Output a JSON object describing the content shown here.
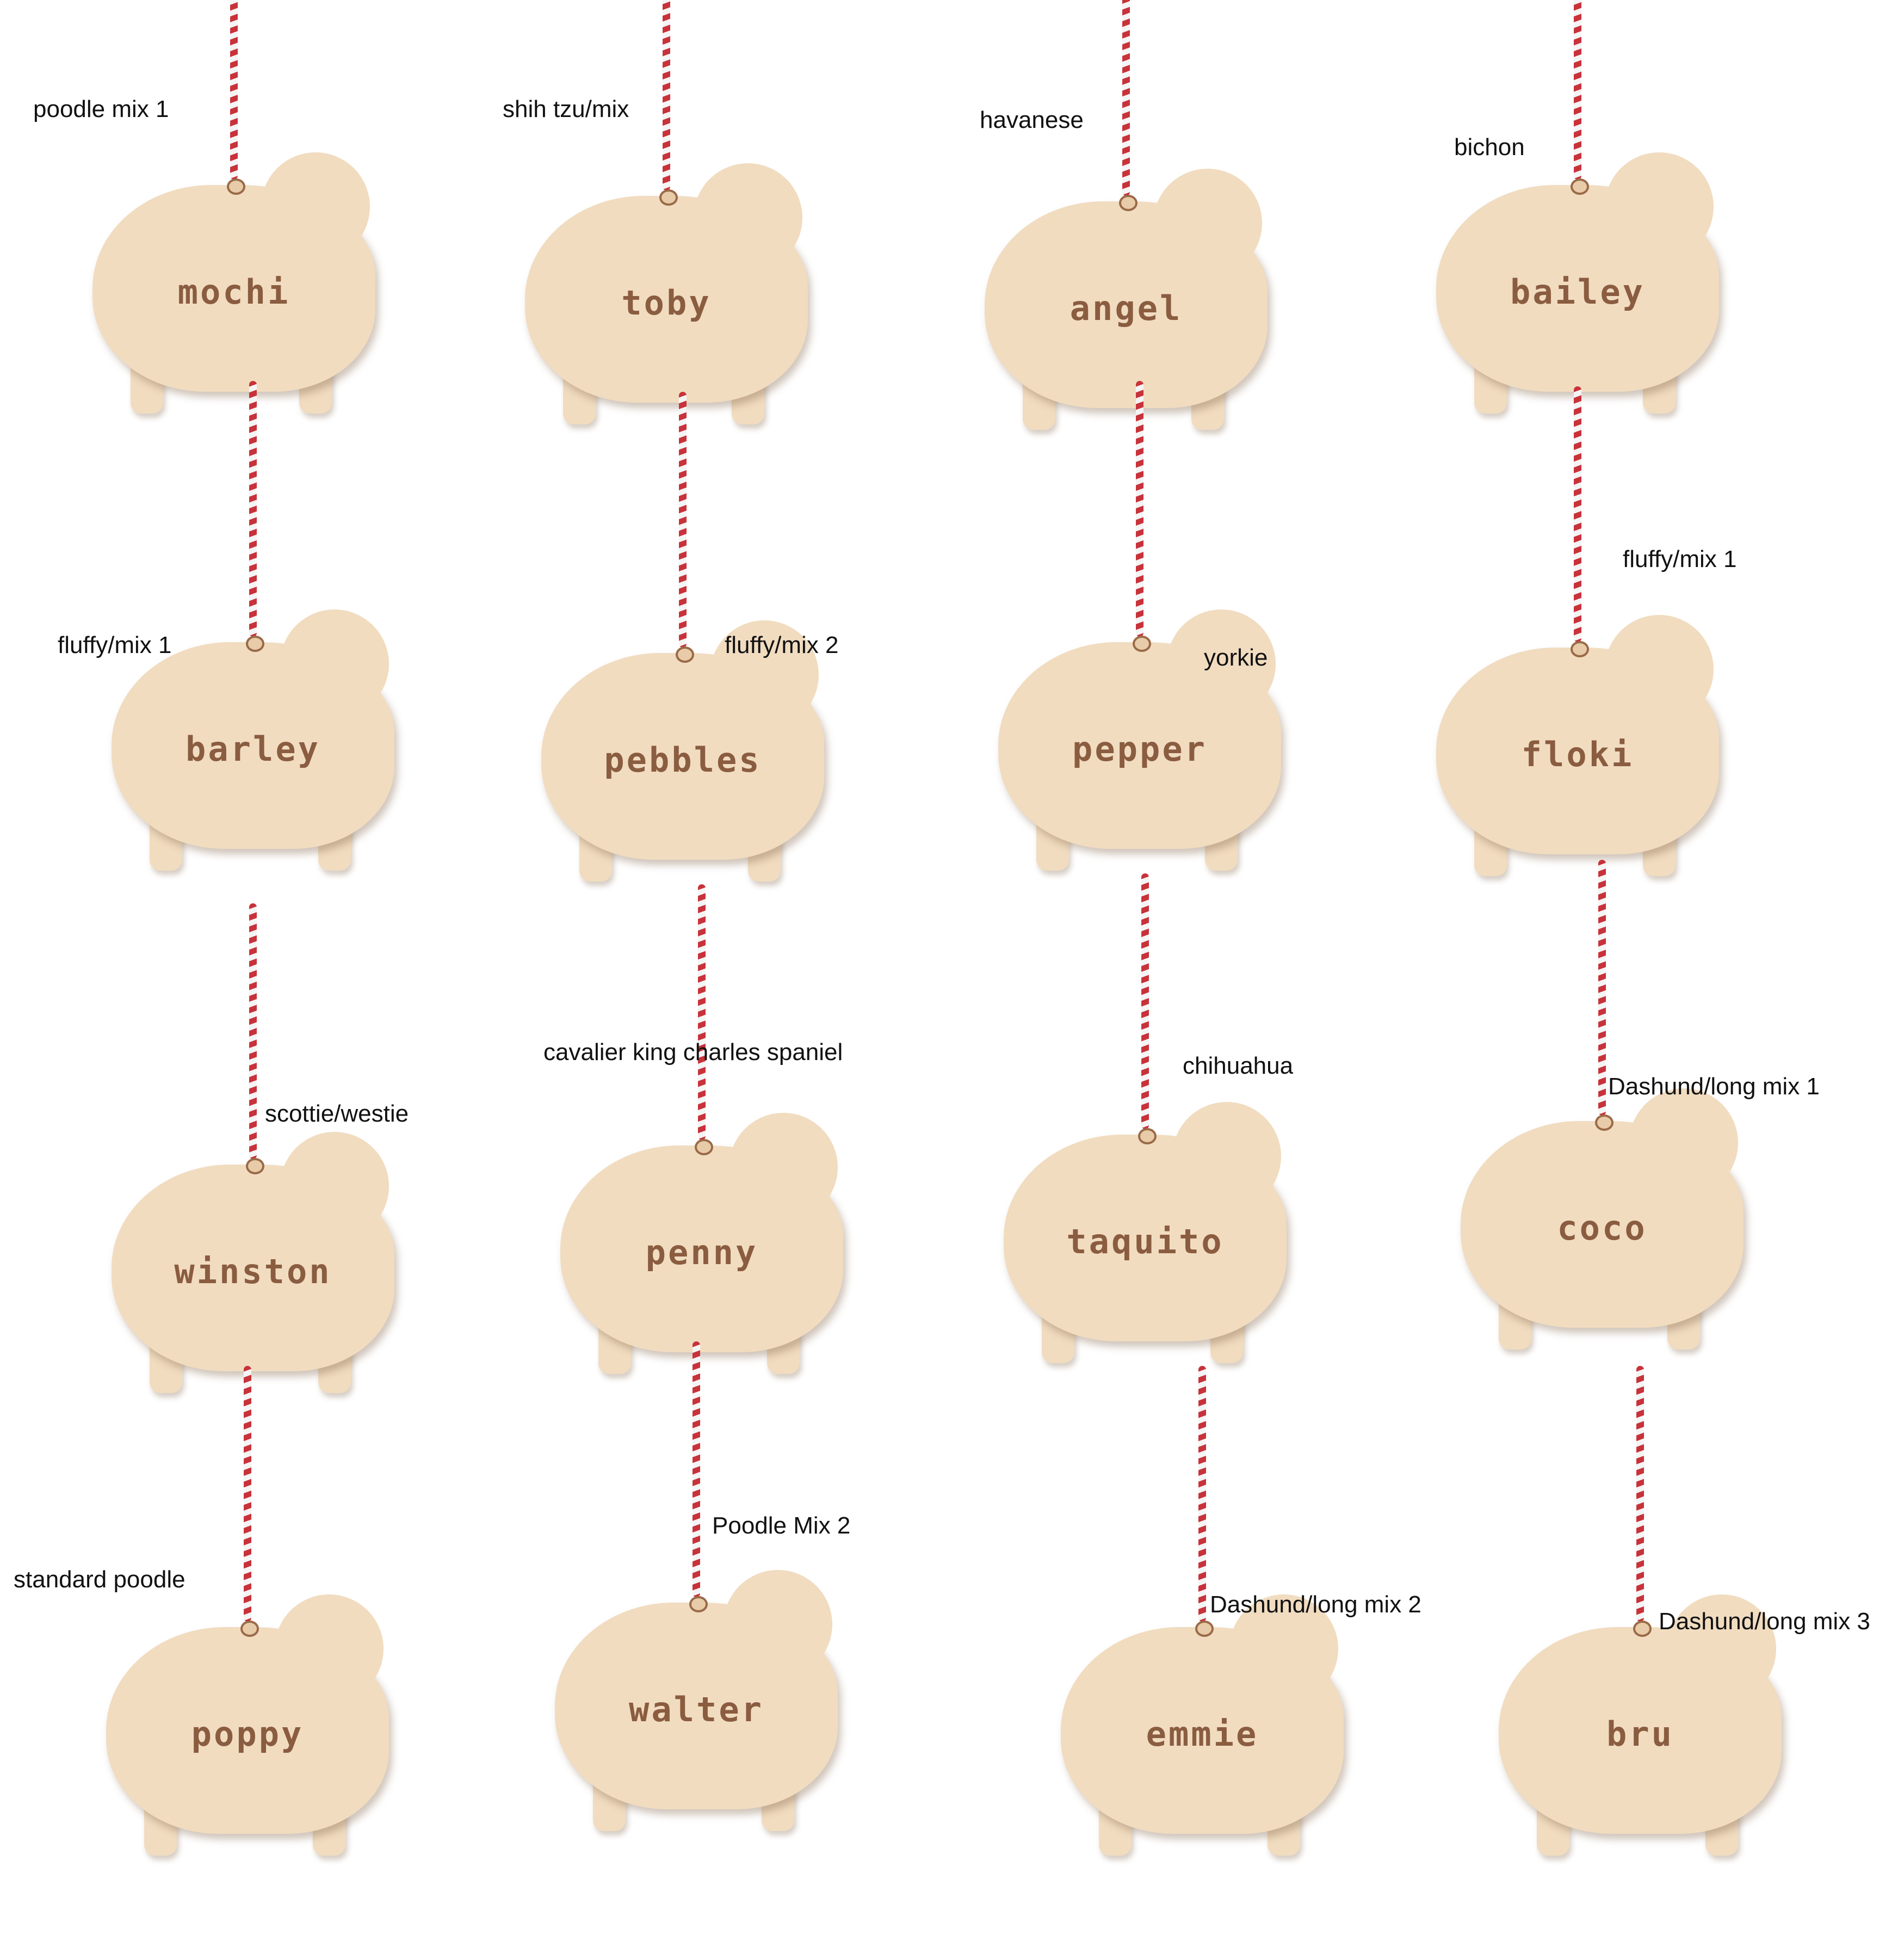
{
  "ornaments": [
    {
      "breed": "poodle mix 1",
      "name": "mochi"
    },
    {
      "breed": "shih tzu/mix",
      "name": "toby"
    },
    {
      "breed": "havanese",
      "name": "angel"
    },
    {
      "breed": "bichon",
      "name": "bailey"
    },
    {
      "breed": "fluffy/mix 1",
      "name": "barley"
    },
    {
      "breed": "fluffy/mix 2",
      "name": "pebbles"
    },
    {
      "breed": "yorkie",
      "name": "pepper"
    },
    {
      "breed": "fluffy/mix 1",
      "name": "floki"
    },
    {
      "breed": "scottie/westie",
      "name": "winston"
    },
    {
      "breed": "cavalier king charles spaniel",
      "name": "penny"
    },
    {
      "breed": "chihuahua",
      "name": "taquito"
    },
    {
      "breed": "Dashund/long mix 1",
      "name": "coco"
    },
    {
      "breed": "standard poodle",
      "name": "poppy"
    },
    {
      "breed": "Poodle Mix 2",
      "name": "walter"
    },
    {
      "breed": "Dashund/long mix 2",
      "name": "emmie"
    },
    {
      "breed": "Dashund/long mix 3",
      "name": "bru"
    }
  ]
}
